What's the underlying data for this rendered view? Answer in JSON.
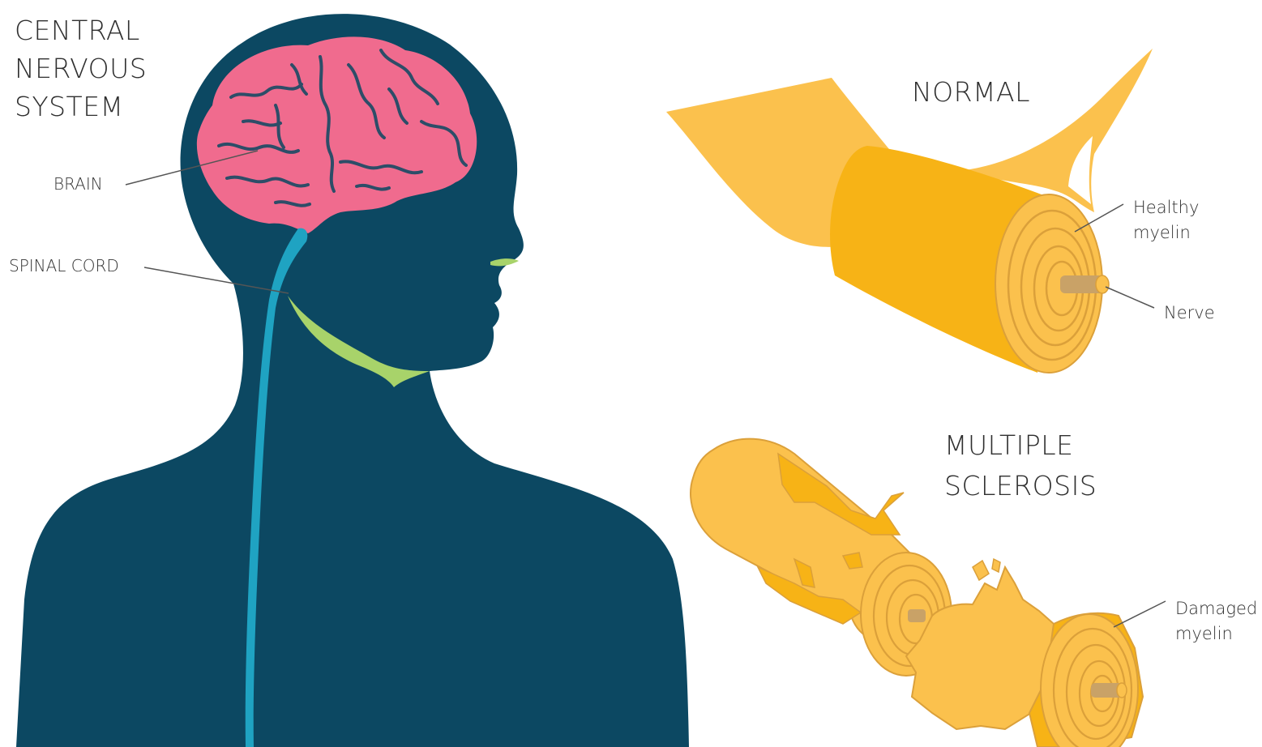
{
  "title": {
    "line1": "CENTRAL",
    "line2": "NERVOUS",
    "line3": "SYSTEM"
  },
  "labels": {
    "brain": "BRAIN",
    "spinal_cord": "SPINAL CORD",
    "normal": "NORMAL",
    "ms_line1": "MULTIPLE",
    "ms_line2": "SCLEROSIS",
    "healthy_line1": "Healthy",
    "healthy_line2": "myelin",
    "nerve": "Nerve",
    "damaged_line1": "Damaged",
    "damaged_line2": "myelin"
  },
  "colors": {
    "body": "#0c4862",
    "brain": "#f06b8e",
    "spinal_cord": "#1fa3c2",
    "jaw_nerve": "#a8d36a",
    "myelin_light": "#fbc14d",
    "myelin_dark": "#f7b316",
    "myelin_outline": "#dba03a",
    "nerve_core": "#c9a267",
    "leader_line": "#555555"
  }
}
